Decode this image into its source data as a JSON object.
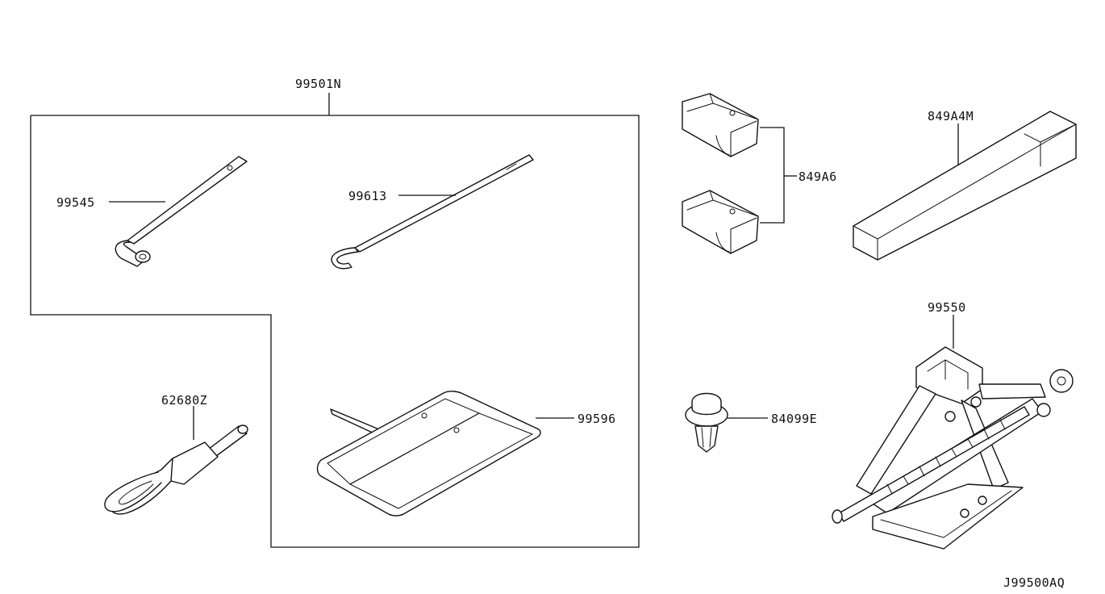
{
  "diagram": {
    "figure_code": "J99500AQ",
    "parts": [
      {
        "id": "p-99501n",
        "number": "99501N"
      },
      {
        "id": "p-99545",
        "number": "99545"
      },
      {
        "id": "p-99613",
        "number": "99613"
      },
      {
        "id": "p-62680z",
        "number": "62680Z"
      },
      {
        "id": "p-99596",
        "number": "99596"
      },
      {
        "id": "p-849a6",
        "number": "849A6"
      },
      {
        "id": "p-849a4m",
        "number": "849A4M"
      },
      {
        "id": "p-99550",
        "number": "99550"
      },
      {
        "id": "p-84099e",
        "number": "84099E"
      }
    ]
  }
}
